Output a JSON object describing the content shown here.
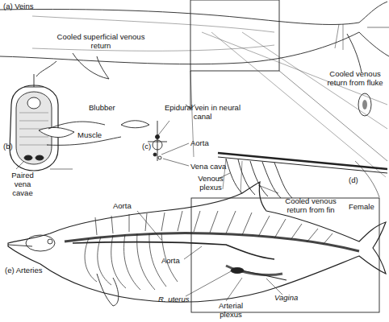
{
  "diagram": {
    "labels": [
      "(a) Veins",
      "Cooled superficial venous return",
      "Blubber",
      "Muscle",
      "Paired vena cavae",
      "(b)",
      "Epidural vein in neural canal",
      "Aorta",
      "Vena cava",
      "(c)",
      "Venous plexus",
      "Cooled venous return from fluke",
      "Cooled venous return from fin",
      "(d)",
      "Aorta",
      "Female",
      "Aorta",
      "(e) Arteries",
      "R. uterus",
      "Arterial plexus",
      "Vagina"
    ]
  }
}
